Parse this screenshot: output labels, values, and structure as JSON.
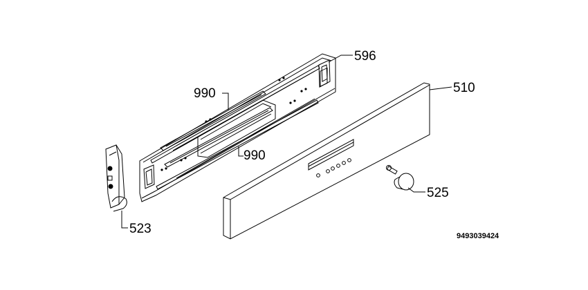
{
  "parts": [
    {
      "number": "596",
      "part": "frame-top-right"
    },
    {
      "number": "990",
      "part": "rail-upper"
    },
    {
      "number": "990",
      "part": "rail-lower"
    },
    {
      "number": "510",
      "part": "control-panel"
    },
    {
      "number": "525",
      "part": "knob"
    },
    {
      "number": "523",
      "part": "side-bracket"
    }
  ],
  "document_number": "9493039424",
  "colors": {
    "line": "#000000",
    "background": "#ffffff"
  }
}
